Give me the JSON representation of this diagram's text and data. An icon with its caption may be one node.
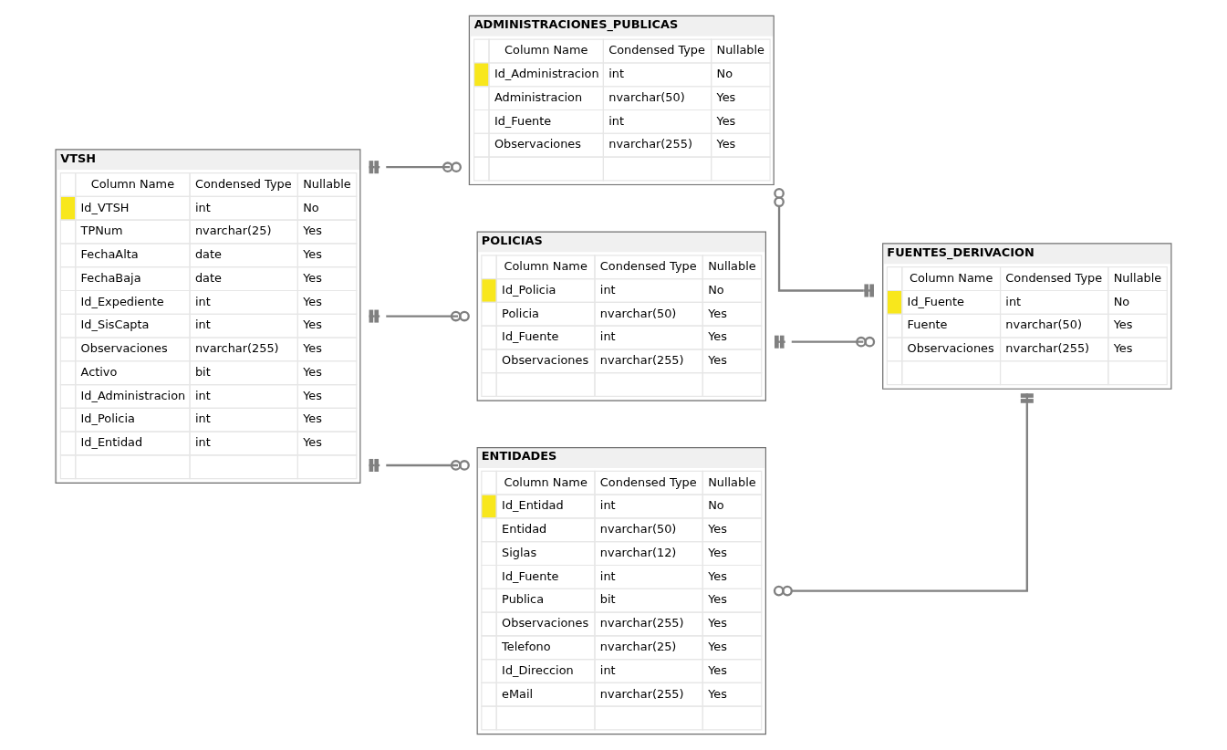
{
  "diagram": {
    "nodes": [
      {
        "text": [
          "VTSH",
          "Column Name",
          "Condensed Type",
          "Nullable",
          "Id_VTSH",
          "int",
          "No",
          "TPNum",
          "nvarchar(25)",
          "Yes",
          "FechaAlta",
          "date",
          "Yes",
          "FechaBaja",
          "date",
          "Yes",
          "Id_Expediente",
          "int",
          "Yes",
          "Id_SisCapta",
          "int",
          "Yes",
          "Observaciones",
          "nvarchar(255)",
          "Yes",
          "Activo",
          "bit",
          "Yes",
          "Id_Administracion",
          "int",
          "Yes",
          "Id_Policia",
          "int",
          "Yes",
          "Id_Entidad",
          "int",
          "Yes"
        ]
      },
      {
        "text": [
          "ADMINISTRACIONES_PUBLICAS",
          "Column Name",
          "Condensed Type",
          "Nullable",
          "Id_Administracion",
          "int",
          "No",
          "Administracion",
          "nvarchar(50)",
          "Yes",
          "Id_Fuente",
          "int",
          "Yes",
          "Observaciones",
          "nvarchar(255)",
          "Yes"
        ]
      },
      {
        "text": [
          "POLICIAS",
          "Column Name",
          "Condensed Type",
          "Nullable",
          "Id_Policia",
          "int",
          "No",
          "Policia",
          "nvarchar(50)",
          "Yes",
          "Id_Fuente",
          "int",
          "Yes",
          "Observaciones",
          "nvarchar(255)",
          "Yes"
        ]
      },
      {
        "text": [
          "ENTIDADES",
          "Column Name",
          "Condensed Type",
          "Nullable",
          "Id_Entidad",
          "int",
          "No",
          "Entidad",
          "nvarchar(50)",
          "Yes",
          "Siglas",
          "nvarchar(12)",
          "Yes",
          "Id_Fuente",
          "int",
          "Yes",
          "Publica",
          "bit",
          "Yes",
          "Observaciones",
          "nvarchar(255)",
          "Yes",
          "Telefono",
          "nvarchar(25)",
          "Yes",
          "Id_Direccion",
          "int",
          "Yes",
          "eMail",
          "nvarchar(255)",
          "Yes"
        ]
      },
      {
        "text": [
          "FUENTES_DERIVACION",
          "Column Name",
          "Condensed Type",
          "Nullable",
          "Id_Fuente",
          "int",
          "No",
          "Fuente",
          "nvarchar(50)",
          "Yes",
          "Observaciones",
          "nvarchar(255)",
          "Yes"
        ]
      }
    ],
    "edges": [
      {
        "from": 0,
        "to": 1,
        "arrow": "other"
      },
      {
        "from": 0,
        "to": 2,
        "arrow": "other"
      },
      {
        "from": 0,
        "to": 3,
        "arrow": "other"
      },
      {
        "from": 1,
        "to": 4,
        "arrow": "other"
      },
      {
        "from": 2,
        "to": 4,
        "arrow": "other"
      },
      {
        "from": 3,
        "to": 4,
        "arrow": "other"
      }
    ]
  }
}
